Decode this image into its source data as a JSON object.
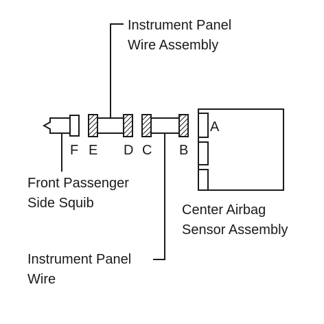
{
  "labels": {
    "instrument_panel_wire_assembly": [
      "Instrument Panel",
      "Wire Assembly"
    ],
    "front_passenger_side_squib": [
      "Front Passenger",
      "Side Squib"
    ],
    "center_airbag_sensor_assembly": [
      "Center Airbag",
      "Sensor Assembly"
    ],
    "instrument_panel_wire": [
      "Instrument Panel",
      "Wire"
    ]
  },
  "connectors": {
    "a": "A",
    "b": "B",
    "c": "C",
    "d": "D",
    "e": "E",
    "f": "F"
  }
}
